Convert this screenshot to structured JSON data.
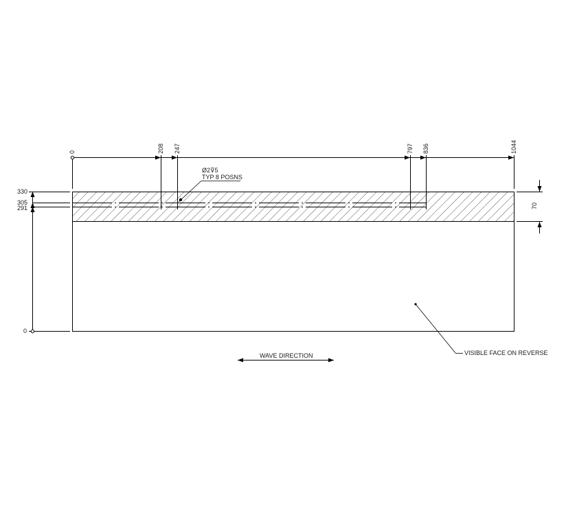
{
  "drawing": {
    "horizontal_dimensions": {
      "labels": [
        "0",
        "208",
        "247",
        "797",
        "836",
        "1044"
      ]
    },
    "vertical_dimensions": {
      "labels": [
        "330",
        "305",
        "291",
        "0"
      ]
    },
    "band_dimension": {
      "label": "70"
    },
    "hole_note": {
      "line1": "Ø2⊽5",
      "line2": "TYP 8 POSNS"
    },
    "wave_direction": {
      "label": "WAVE DIRECTION"
    },
    "face_note": {
      "label": "VISIBLE FACE ON REVERSE"
    },
    "colors": {
      "line": "#000000",
      "hatch": "#333333",
      "background": "#ffffff"
    }
  }
}
